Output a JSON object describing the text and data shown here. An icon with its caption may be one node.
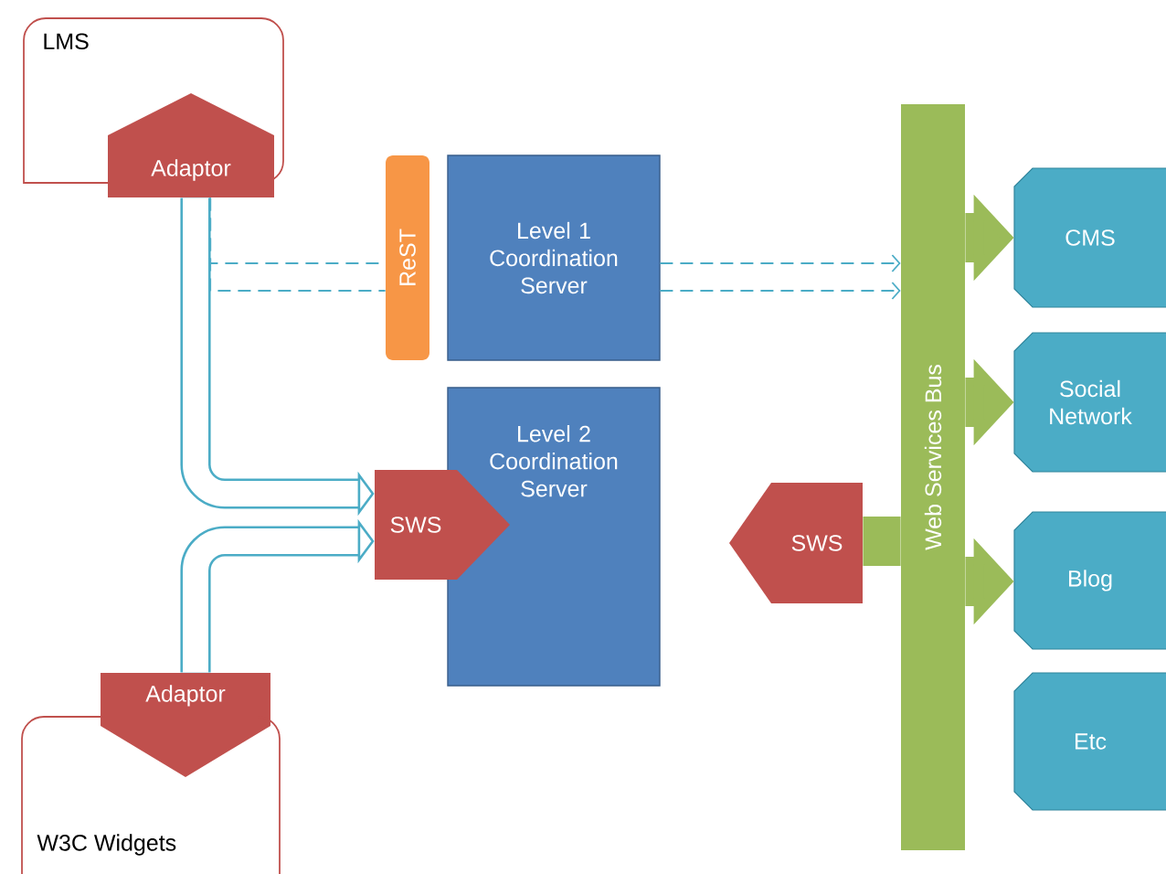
{
  "diagram": {
    "nodes": [
      {
        "text": [
          "LMS"
        ]
      },
      {
        "text": [
          "Adaptor"
        ]
      },
      {
        "text": [
          "ReST"
        ]
      },
      {
        "text": [
          "Level 1 Coordination Server"
        ]
      },
      {
        "text": [
          "Level 2 Coordination Server"
        ]
      },
      {
        "text": [
          "SWS"
        ]
      },
      {
        "text": [
          "SWS"
        ]
      },
      {
        "text": [
          "Web Services Bus"
        ]
      },
      {
        "text": [
          "CMS"
        ]
      },
      {
        "text": [
          "Social Network"
        ]
      },
      {
        "text": [
          "Blog"
        ]
      },
      {
        "text": [
          "Etc"
        ]
      },
      {
        "text": [
          "Adaptor"
        ]
      },
      {
        "text": [
          "W3C Widgets"
        ]
      }
    ],
    "edges": [
      {
        "from": 1,
        "to": 5,
        "arrow": "to"
      },
      {
        "from": 12,
        "to": 5,
        "arrow": "to"
      },
      {
        "from": 1,
        "to": 2,
        "arrow": "none",
        "style": "dashed"
      },
      {
        "from": 1,
        "to": 2,
        "arrow": "none",
        "style": "dashed"
      },
      {
        "from": 3,
        "to": 7,
        "arrow": "to",
        "style": "dashed"
      },
      {
        "from": 3,
        "to": 7,
        "arrow": "to",
        "style": "dashed"
      },
      {
        "from": 7,
        "to": 8,
        "arrow": "to",
        "color": "#9bbb59"
      },
      {
        "from": 7,
        "to": 9,
        "arrow": "to",
        "color": "#9bbb59"
      },
      {
        "from": 7,
        "to": 10,
        "arrow": "to",
        "color": "#9bbb59"
      },
      {
        "from": 7,
        "to": 6,
        "arrow": "none",
        "color": "#9bbb59"
      }
    ]
  }
}
